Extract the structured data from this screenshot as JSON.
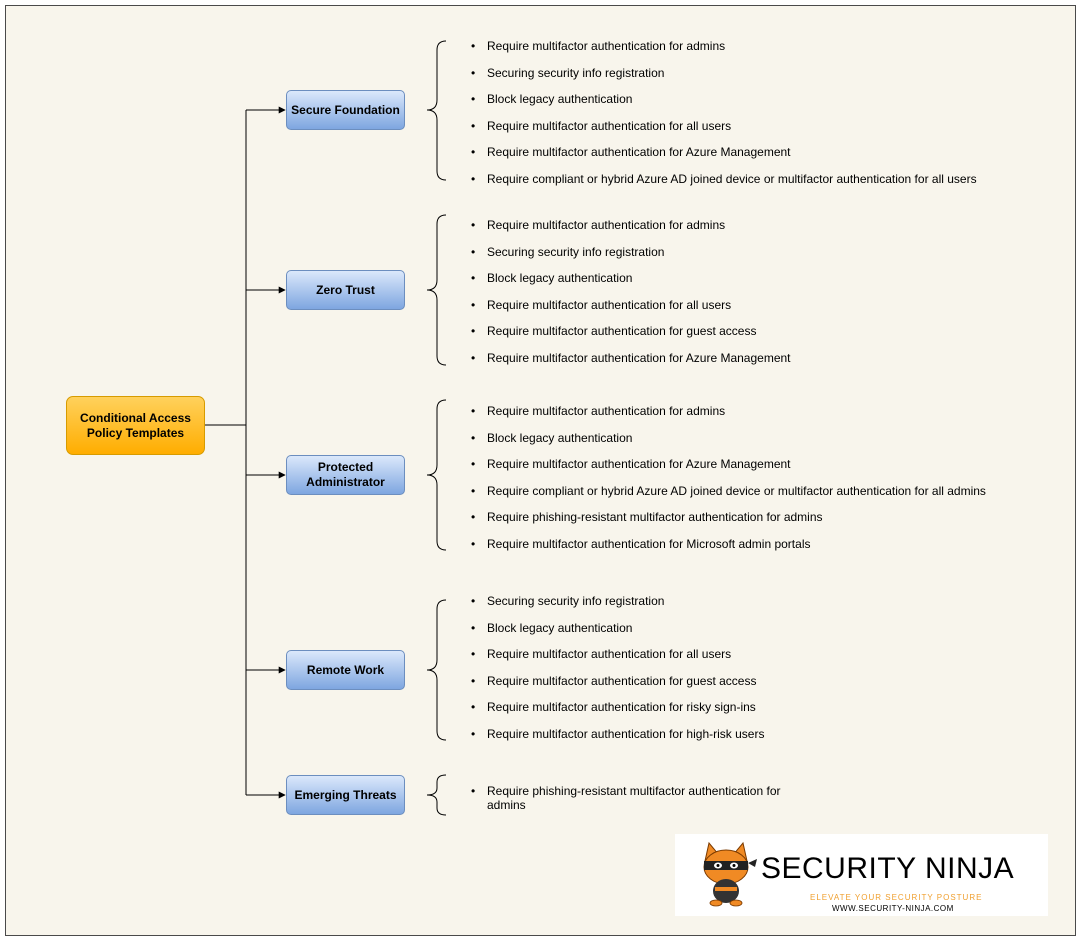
{
  "root": {
    "label_line1": "Conditional Access",
    "label_line2": "Policy Templates"
  },
  "categories": [
    {
      "label": "Secure Foundation",
      "items": [
        "Require multifactor authentication for admins",
        "Securing security info registration",
        "Block legacy authentication",
        "Require multifactor authentication for all users",
        "Require multifactor authentication for Azure Management",
        "Require compliant or hybrid Azure AD joined device or multifactor authentication for all users"
      ]
    },
    {
      "label": "Zero Trust",
      "items": [
        "Require multifactor authentication for admins",
        "Securing security info registration",
        "Block legacy authentication",
        "Require multifactor authentication for all users",
        "Require multifactor authentication for guest access",
        "Require multifactor authentication for Azure Management"
      ]
    },
    {
      "label_line1": "Protected",
      "label_line2": "Administrator",
      "items": [
        "Require multifactor authentication for admins",
        "Block legacy authentication",
        "Require multifactor authentication for Azure Management",
        "Require compliant or hybrid Azure AD joined device or multifactor authentication for all admins",
        "Require phishing-resistant multifactor authentication for admins",
        "Require multifactor authentication for Microsoft admin portals"
      ]
    },
    {
      "label": "Remote Work",
      "items": [
        "Securing security info registration",
        "Block legacy authentication",
        "Require multifactor authentication for all users",
        "Require multifactor authentication for guest access",
        "Require multifactor authentication for risky sign-ins",
        "Require multifactor authentication for high-risk users"
      ]
    },
    {
      "label": "Emerging Threats",
      "items": [
        "Require phishing-resistant multifactor authentication for admins"
      ]
    }
  ],
  "logo": {
    "title": "SECURITY NINJA",
    "tagline": "ELEVATE YOUR SECURITY POSTURE",
    "url": "WWW.SECURITY-NINJA.COM",
    "icon": "ninja-cat-icon",
    "colors": {
      "accent": "#f0a030",
      "text": "#000000"
    }
  },
  "colors": {
    "root_fill": "#ffc000",
    "root_stroke": "#d79b00",
    "category_fill": "#a9c4eb",
    "category_stroke": "#6c8ebf",
    "background": "#f8f5ec"
  }
}
